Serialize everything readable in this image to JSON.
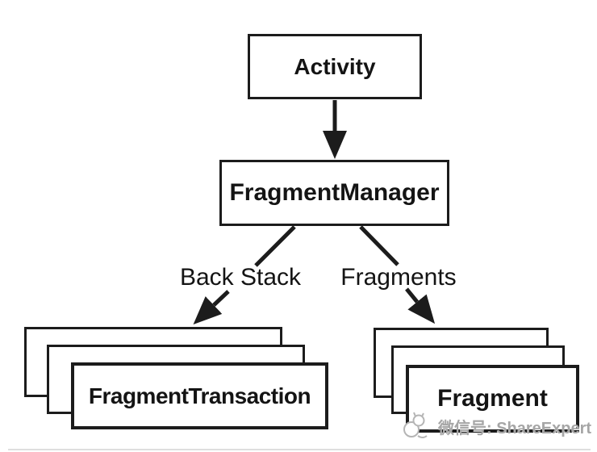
{
  "page": {
    "background": "#ffffff",
    "bottom_rule_color": "#cccccc"
  },
  "diagram": {
    "nodes": {
      "activity": {
        "label": "Activity"
      },
      "fragment_manager": {
        "label": "FragmentManager"
      },
      "fragment_transaction": {
        "label": "FragmentTransaction",
        "stack_count": 3
      },
      "fragment": {
        "label": "Fragment",
        "stack_count": 3
      }
    },
    "edge_labels": {
      "back_stack": "Back Stack",
      "fragments": "Fragments"
    },
    "colors": {
      "stroke": "#1c1c1c",
      "box-fill": "#ffffff",
      "text": "#141414",
      "watermark": "#a6a6a6"
    }
  },
  "watermark": {
    "icon": "mascot-sketch-icon",
    "label": "微信号: ShareExpert"
  }
}
